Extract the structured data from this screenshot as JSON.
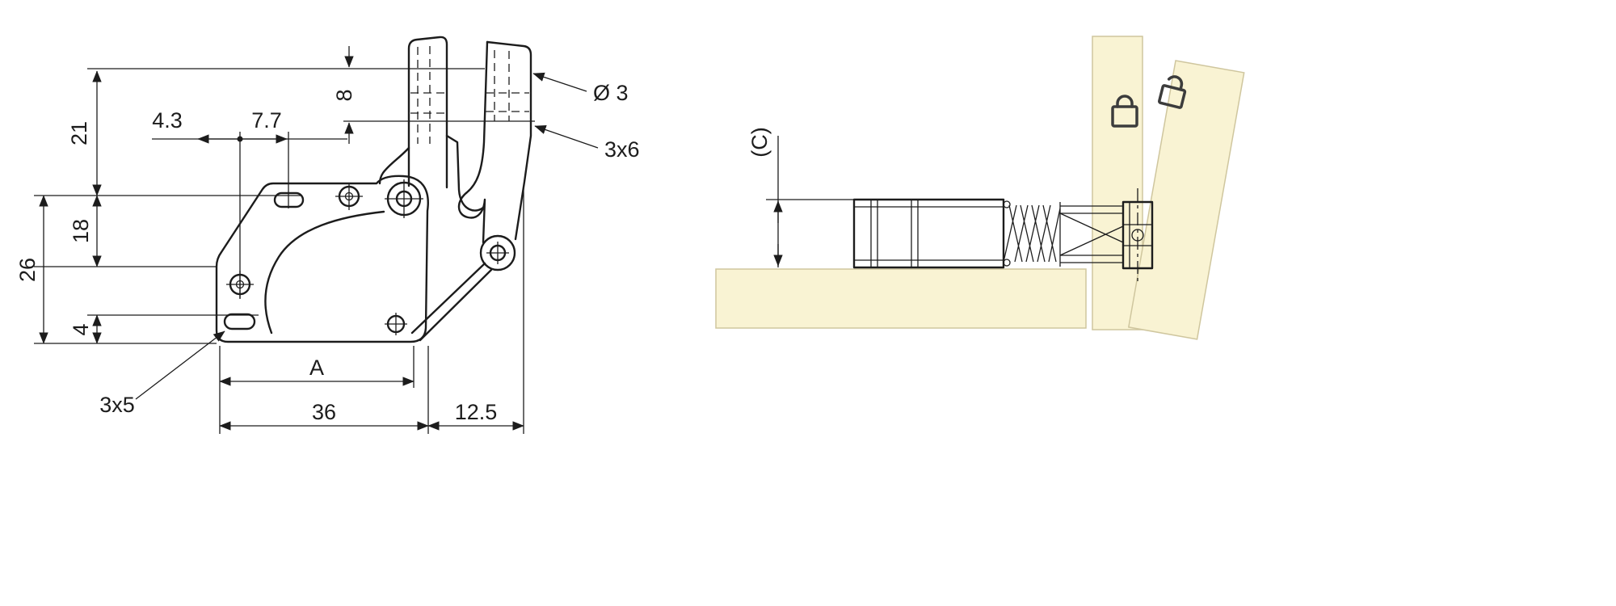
{
  "drawing": {
    "title": "push-latch technical drawing",
    "front_view": {
      "dims": {
        "d21": "21",
        "d26": "26",
        "d18": "18",
        "d4": "4",
        "d4_3": "4.3",
        "d7_7": "7.7",
        "d8": "8",
        "dia3": "Ø 3",
        "s3x6": "3x6",
        "s3x5": "3x5",
        "dA": "A",
        "d36": "36",
        "d12_5": "12.5"
      }
    },
    "side_view": {
      "dims": {
        "dC": "(C)"
      },
      "icons": [
        "lock-closed-icon",
        "lock-open-icon"
      ]
    },
    "colors": {
      "line": "#1c1c1c",
      "panel_fill": "#f9f3d3",
      "panel_stroke": "#cfc69e",
      "lock": "#3c3c3c",
      "background": "#ffffff"
    }
  }
}
